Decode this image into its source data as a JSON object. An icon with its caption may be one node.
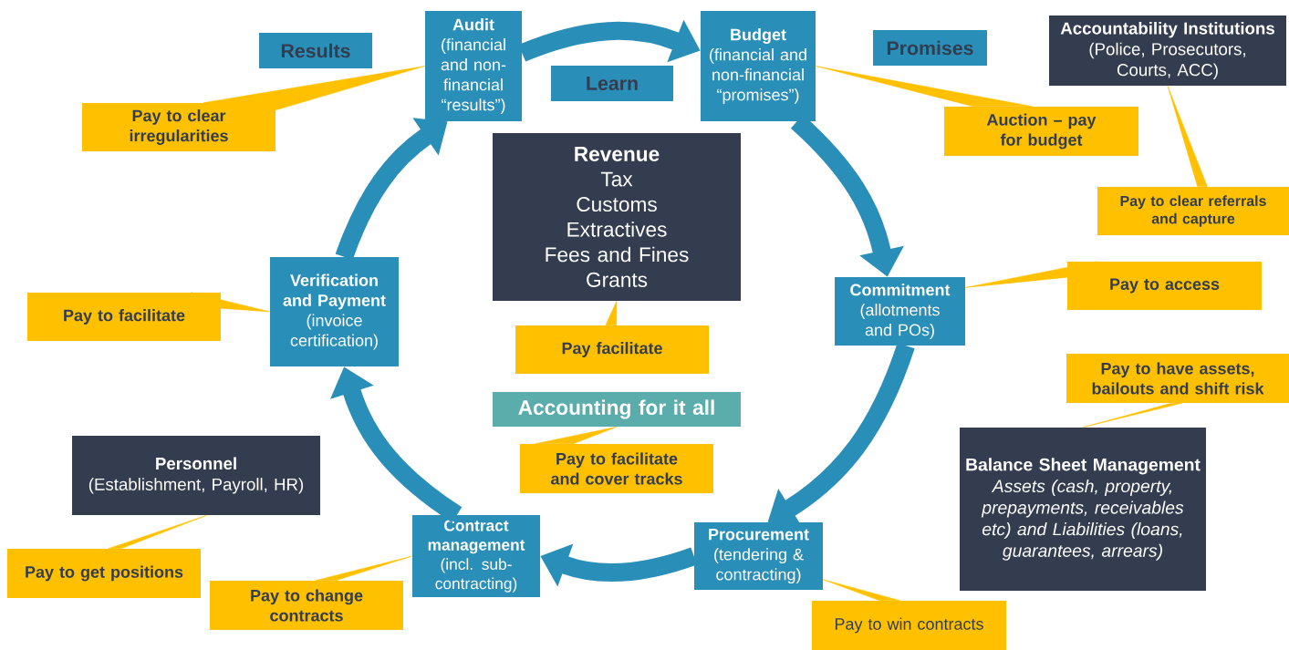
{
  "diagram": {
    "nodes": [
      {
        "text": [
          "Audit",
          "(financial and non-financial “results”)"
        ]
      },
      {
        "text": [
          "Budget",
          "(financial and non-financial “promises”)"
        ]
      },
      {
        "text": [
          "Commitment",
          "(allotments and POs)"
        ]
      },
      {
        "text": [
          "Procurement",
          "(tendering & contracting)"
        ]
      },
      {
        "text": [
          "Contract management",
          "(incl. sub-contracting)"
        ]
      },
      {
        "text": [
          "Verification and Payment",
          "(invoice certification)"
        ]
      },
      {
        "text": [
          "Revenue",
          "Tax",
          "Customs",
          "Extractives",
          "Fees and Fines",
          "Grants"
        ]
      },
      {
        "text": [
          "Accountability Institutions",
          "(Police, Prosecutors, Courts, ACC)"
        ]
      },
      {
        "text": [
          "Personnel",
          "(Establishment, Payroll, HR)"
        ]
      },
      {
        "text": [
          "Balance Sheet Management",
          "Assets (cash, property, prepayments, receivables etc) and Liabilities (loans, guarantees, arrears)"
        ]
      },
      {
        "text": [
          "Results"
        ]
      },
      {
        "text": [
          "Learn"
        ]
      },
      {
        "text": [
          "Promises"
        ]
      },
      {
        "text": [
          "Accounting for it all"
        ]
      },
      {
        "text": [
          "Pay to clear irregularities"
        ]
      },
      {
        "text": [
          "Auction – pay for budget"
        ]
      },
      {
        "text": [
          "Pay to clear referrals and capture"
        ]
      },
      {
        "text": [
          "Pay to access"
        ]
      },
      {
        "text": [
          "Pay to facilitate"
        ]
      },
      {
        "text": [
          "Pay facilitate"
        ]
      },
      {
        "text": [
          "Pay to have assets, bailouts and shift risk"
        ]
      },
      {
        "text": [
          "Pay to facilitate and cover tracks"
        ]
      },
      {
        "text": [
          "Pay to get positions"
        ]
      },
      {
        "text": [
          "Pay to change contracts"
        ]
      },
      {
        "text": [
          "Pay to win contracts"
        ]
      }
    ],
    "edges": [
      {
        "from": 0,
        "to": 1,
        "arrow": "to",
        "color": "#2a8fb8"
      },
      {
        "from": 1,
        "to": 2,
        "arrow": "to",
        "color": "#2a8fb8"
      },
      {
        "from": 2,
        "to": 3,
        "arrow": "to",
        "color": "#2a8fb8"
      },
      {
        "from": 3,
        "to": 4,
        "arrow": "to",
        "color": "#2a8fb8"
      },
      {
        "from": 4,
        "to": 5,
        "arrow": "to",
        "color": "#2a8fb8"
      },
      {
        "from": 5,
        "to": 0,
        "arrow": "to",
        "color": "#2a8fb8"
      },
      {
        "from": 14,
        "to": 0,
        "arrow": "none"
      },
      {
        "from": 15,
        "to": 1,
        "arrow": "none"
      },
      {
        "from": 16,
        "to": 7,
        "arrow": "none"
      },
      {
        "from": 17,
        "to": 2,
        "arrow": "none"
      },
      {
        "from": 18,
        "to": 5,
        "arrow": "none"
      },
      {
        "from": 19,
        "to": 6,
        "arrow": "none"
      },
      {
        "from": 20,
        "to": 9,
        "arrow": "none"
      },
      {
        "from": 21,
        "to": 13,
        "arrow": "none"
      },
      {
        "from": 22,
        "to": 8,
        "arrow": "none"
      },
      {
        "from": 23,
        "to": 4,
        "arrow": "none"
      },
      {
        "from": 24,
        "to": 3,
        "arrow": "none"
      }
    ]
  }
}
